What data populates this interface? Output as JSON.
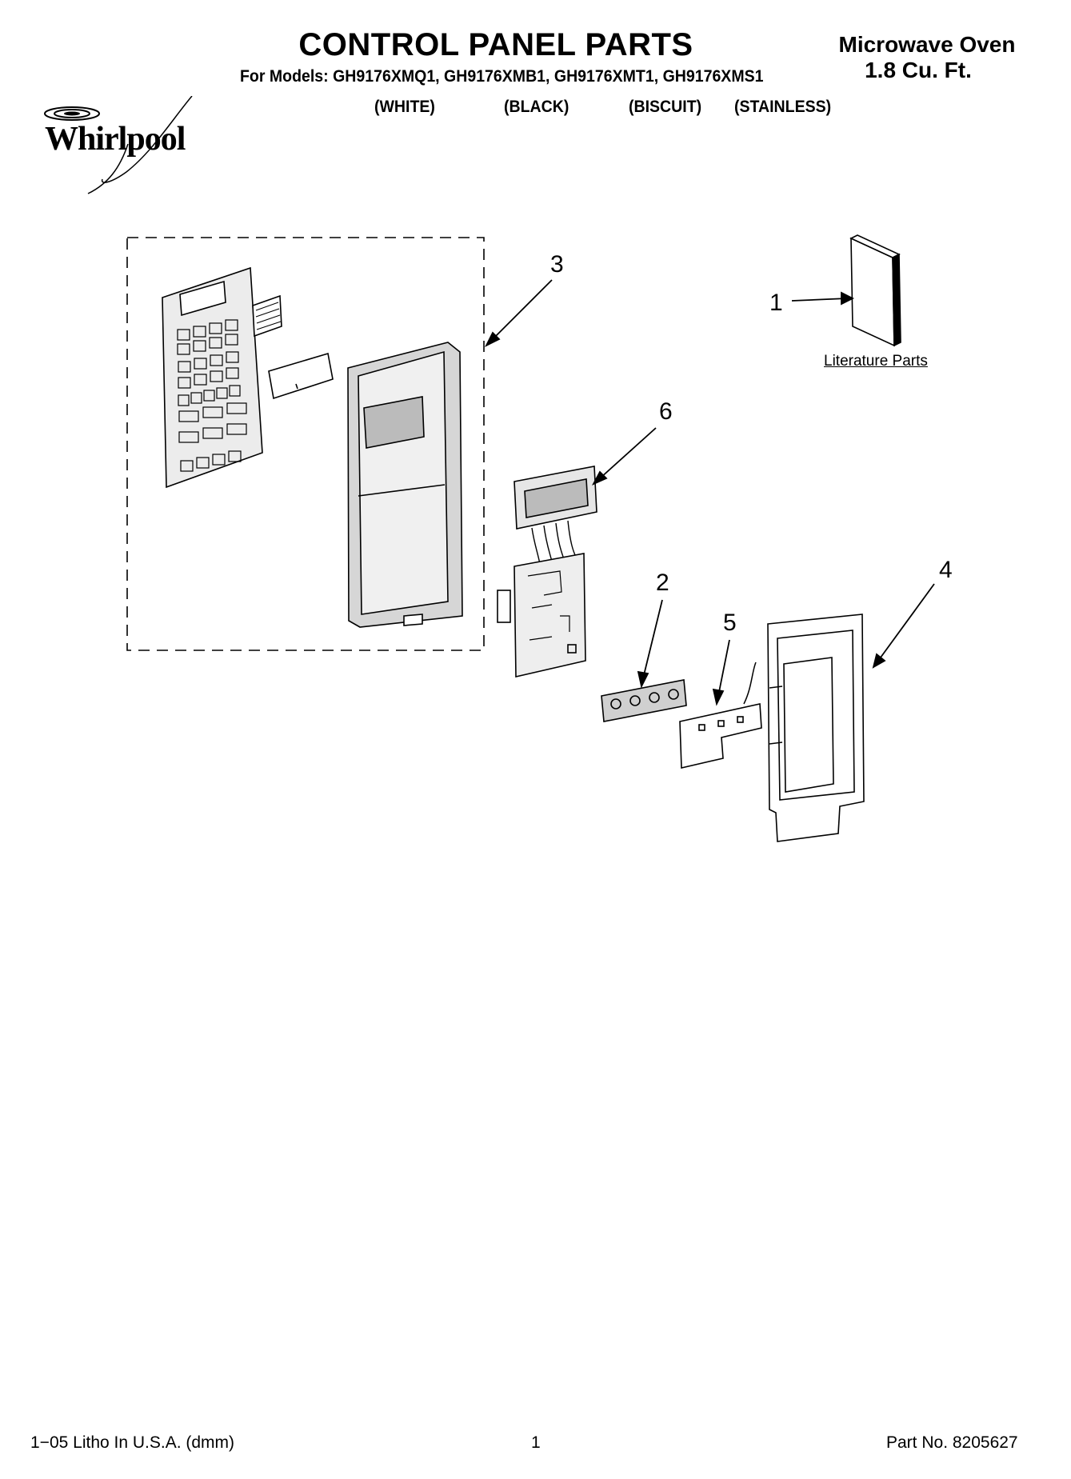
{
  "header": {
    "title": "CONTROL PANEL PARTS",
    "models_line": "For Models: GH9176XMQ1, GH9176XMB1, GH9176XMT1, GH9176XMS1",
    "variants": [
      "(WHITE)",
      "(BLACK)",
      "(BISCUIT)",
      "(STAINLESS)"
    ],
    "product_name": "Microwave Oven",
    "product_size": "1.8 Cu. Ft."
  },
  "logo": {
    "text": "Whirlpool",
    "icon": "whirlpool-logo"
  },
  "diagram": {
    "callouts": [
      "1",
      "2",
      "3",
      "4",
      "5",
      "6"
    ],
    "literature_label": "Literature Parts"
  },
  "footer": {
    "left": "1−05 Litho In U.S.A. (dmm)",
    "center": "1",
    "right": "Part No. 8205627"
  },
  "colors": {
    "ink": "#000000",
    "paper": "#ffffff",
    "panel_fill": "#d6d6d6"
  }
}
